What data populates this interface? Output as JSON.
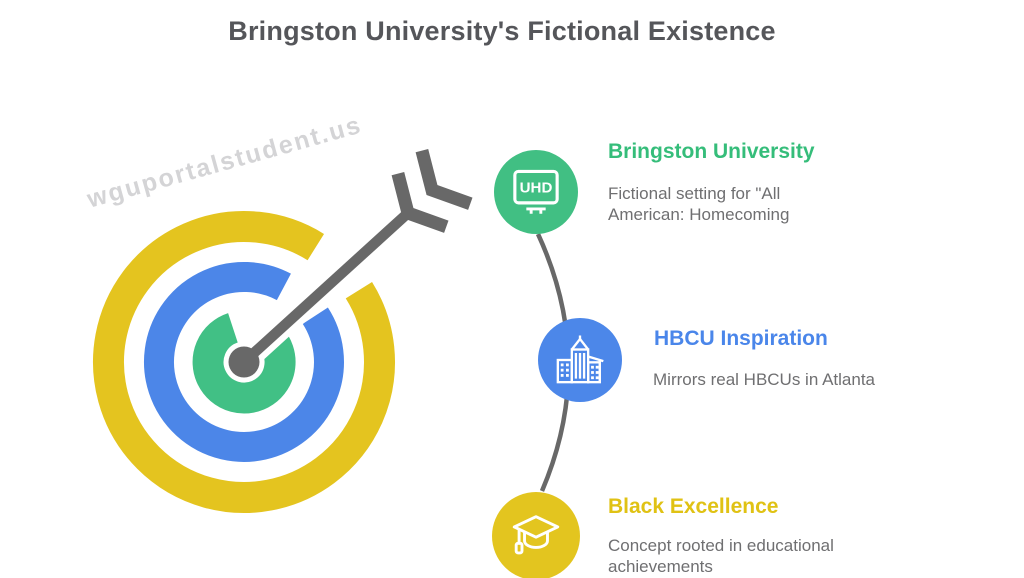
{
  "title": "Bringston University's Fictional Existence",
  "watermark": "wguportalstudent.us",
  "nodes": [
    {
      "id": "bringston-university",
      "title": "Bringston University",
      "description": "Fictional setting for \"All American: Homecoming",
      "icon": "uhd-monitor-icon",
      "icon_label": "UHD",
      "color": "#41bf83",
      "title_color": "#35bd7a"
    },
    {
      "id": "hbcu-inspiration",
      "title": "HBCU Inspiration",
      "description": "Mirrors real HBCUs in Atlanta",
      "icon": "campus-buildings-icon",
      "color": "#4c87e9",
      "title_color": "#4a86ea"
    },
    {
      "id": "black-excellence",
      "title": "Black Excellence",
      "description": "Concept rooted in educational achievements",
      "icon": "graduation-cap-icon",
      "color": "#e3c51f",
      "title_color": "#e0c214"
    }
  ],
  "graphic": {
    "type": "bullseye-target-with-arrow",
    "ring_colors": [
      "#e4c41f",
      "#4c86e8",
      "#41c085"
    ],
    "arrow_color": "#686868",
    "connector_color": "#686868",
    "text_gray": "#6f6f71",
    "title_gray": "#55565a",
    "watermark_gray": "#d4d4d6"
  }
}
